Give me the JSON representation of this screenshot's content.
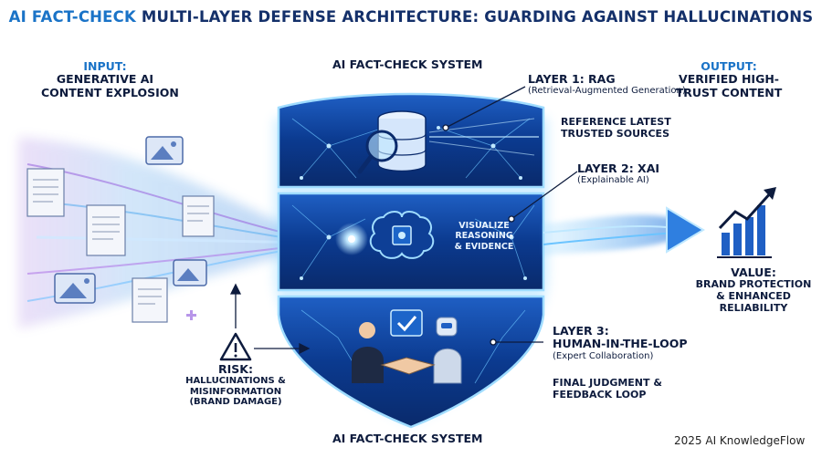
{
  "title": {
    "accent": "AI FACT-CHECK",
    "rest": " MULTI-LAYER DEFENSE ARCHITECTURE: GUARDING AGAINST HALLUCINATIONS"
  },
  "input": {
    "line1": "INPUT:",
    "line2": "GENERATIVE AI",
    "line3": "CONTENT EXPLOSION"
  },
  "system_label_top": "AI FACT-CHECK SYSTEM",
  "system_label_bottom": "AI FACT-CHECK SYSTEM",
  "layer1": {
    "title": "LAYER 1: RAG",
    "subtitle": "(Retrieval-Augmented Generation)",
    "note_line1": "REFERENCE LATEST",
    "note_line2": "TRUSTED SOURCES"
  },
  "layer2": {
    "title": "LAYER 2: XAI",
    "subtitle": "(Explainable AI)",
    "inner_line1": "VISUALIZE",
    "inner_line2": "REASONING",
    "inner_line3": "& EVIDENCE"
  },
  "layer3": {
    "title_line1": "LAYER 3:",
    "title_line2": "HUMAN-IN-THE-LOOP",
    "subtitle": "(Expert Collaboration)",
    "note_line1": "FINAL JUDGMENT &",
    "note_line2": "FEEDBACK LOOP"
  },
  "output": {
    "line1": "OUTPUT:",
    "line2": "VERIFIED HIGH-",
    "line3": "TRUST CONTENT"
  },
  "value": {
    "line1": "VALUE:",
    "line2": "BRAND PROTECTION",
    "line3": "& ENHANCED",
    "line4": "RELIABILITY"
  },
  "risk": {
    "line1": "RISK:",
    "line2": "HALLUCINATIONS &",
    "line3": "MISINFORMATION",
    "line4": "(BRAND DAMAGE)"
  },
  "brand": "2025 AI KnowledgeFlow",
  "colors": {
    "navy": "#0d1b3d",
    "accent": "#1a73c7",
    "shield_dark": "#0a2a6b",
    "shield_light": "#2f7fe0",
    "glow": "#7fd0ff"
  },
  "icons": [
    "document-icon",
    "image-icon",
    "database-icon",
    "magnifier-icon",
    "brain-chip-icon",
    "checkmark-icon",
    "handshake-icon",
    "robot-icon",
    "warning-icon",
    "growth-chart-icon",
    "arrow-right-icon"
  ]
}
